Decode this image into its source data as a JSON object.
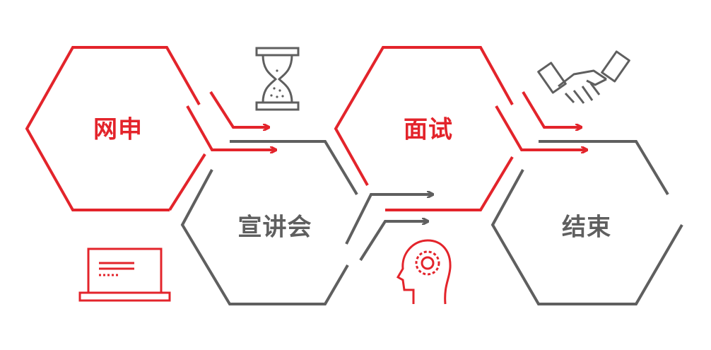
{
  "colors": {
    "red": "#e3242b",
    "gray": "#5f5f5f",
    "background": "#ffffff"
  },
  "steps": [
    {
      "label": "网申",
      "color": "red",
      "icon": "laptop-icon"
    },
    {
      "label": "宣讲会",
      "color": "gray",
      "icon": "hourglass-icon"
    },
    {
      "label": "面试",
      "color": "red",
      "icon": "head-gear-icon"
    },
    {
      "label": "结束",
      "color": "gray",
      "icon": "handshake-icon"
    }
  ]
}
